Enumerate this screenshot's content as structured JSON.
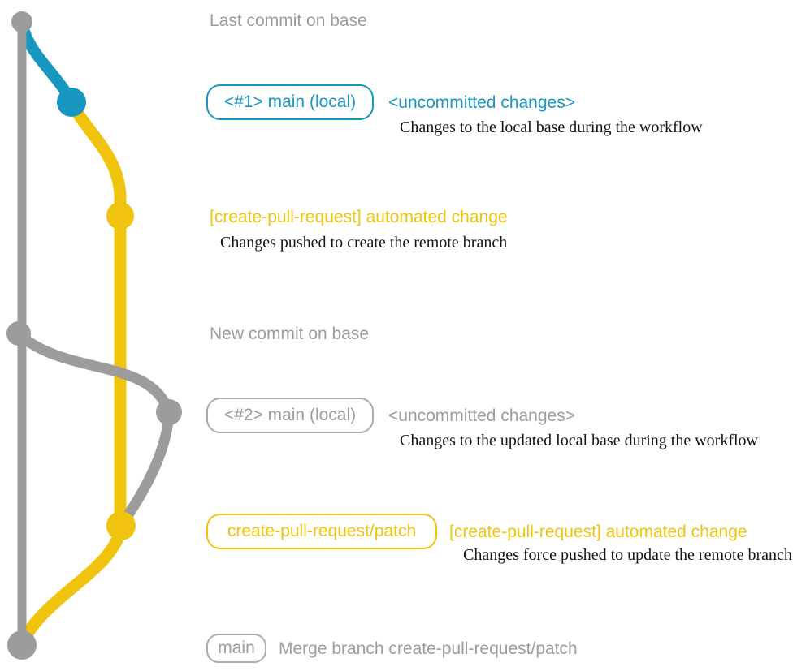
{
  "colors": {
    "gray": "#9c9c9c",
    "gray_light": "#ababab",
    "blue": "#1797c0",
    "yellow": "#f0c30e",
    "text_dark": "#141414",
    "bg": "#ffffff"
  },
  "rows": {
    "last_commit": {
      "label": "Last commit on base"
    },
    "branch1": {
      "box": "<#1> main (local)",
      "tag": "<uncommitted changes>",
      "note": "Changes to the local base during the workflow"
    },
    "push1": {
      "title": "[create-pull-request] automated change",
      "note": "Changes pushed to create the remote branch"
    },
    "new_commit": {
      "label": "New commit on base"
    },
    "branch2": {
      "box": "<#2> main (local)",
      "tag": "<uncommitted changes>",
      "note": "Changes to the updated local base during the workflow"
    },
    "push2": {
      "box": "create-pull-request/patch",
      "title": "[create-pull-request] automated change",
      "note": "Changes force pushed to update the remote branch"
    },
    "merge": {
      "box": "main",
      "message": "Merge branch create-pull-request/patch"
    }
  },
  "graph": {
    "branches": [
      "base (gray)",
      "local main (blue)",
      "create-pull-request/patch (yellow)"
    ],
    "commit_count": 7
  }
}
